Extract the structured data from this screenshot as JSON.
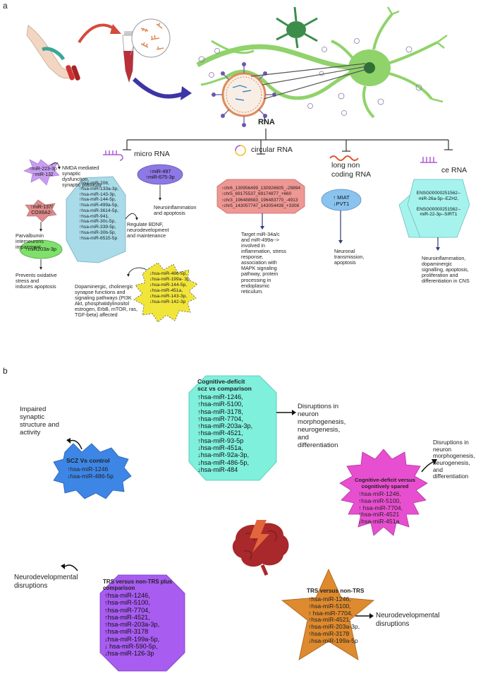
{
  "panel_a": {
    "label": "a",
    "rna_title": "RNA",
    "categories": {
      "micro": "micro RNA",
      "circular": "circular RNA",
      "lnc_line1": "long non",
      "lnc_line2": "coding RNA",
      "ce": "ce RNA"
    },
    "micro": {
      "star1": [
        "↑miR-223-3p",
        "↑miR-132"
      ],
      "star1_effect": [
        "NMDA mediated",
        "synaptic",
        "dysfunction,",
        "synaptic plasticity"
      ],
      "star2": [
        "↑miR-137/",
        "COX6A2-"
      ],
      "star2_effect": [
        "Parvalbumin",
        "interneurons",
        "impairment"
      ],
      "oval_green": "↑miR203a-3p",
      "oval_green_effect": [
        "Prevents oxidative",
        "stress and",
        "induces apoptosis"
      ],
      "hex": [
        "↑hsa-miR-206,",
        "↑hsa-miR-133a-3p,",
        "↑hsa-miR-143-3p,",
        "↑hsa-miR-144-5p,",
        "↑hsa-miR-499a-5p,",
        "↑hsa-miR-3614-5p,",
        "↑hsa-miR-941,",
        "↑hsa-miR-30c-5p,",
        "↑hsa-miR-339-5p,",
        "↑hsa-miR-30b-5p,",
        "↑hsa-miR-6515-5p"
      ],
      "hex_effect": [
        "Regulate BDNF,",
        "neurodevelopment",
        "and maintenance"
      ],
      "purple_oval": [
        "↑miR-497",
        "↑miR-675-3p"
      ],
      "purple_effect": [
        "Neuroinflammation",
        "and apoptosis"
      ],
      "yellow_star": [
        "↓hsa-miR-486-5p,",
        "↓hsa-miR-199a- 3p,",
        "↓hsa-miR-144-5p,",
        "↓hsa-miR-451a,",
        "↓hsa-miR-143-3p,",
        "↓hsa-miR-142-3p"
      ],
      "yellow_effect": [
        "Dopaminergic, cholinergic",
        "synapse functions and",
        "signaling pathways (PI3K",
        "Akt,  phosphatidylinositol",
        "estrogen, ErbB, mTOR,  ras,",
        "TGF-beta) affected"
      ]
    },
    "circular": {
      "box": [
        "↑chr6_130956499_130926605_-29894",
        "↑chr5_69175537_69174877_+660",
        "↑chr3_196488683_196483770_-4913",
        "↑chr5_143057747_143054439_+3308"
      ],
      "effect": [
        "Target miR-34a/c",
        "and miR-499a-->",
        "involved in",
        "inflammation, stress",
        "response,",
        "association with",
        "MAPK signaling",
        "pathway, protein",
        "processing in",
        "endoplasmic",
        "reticulum."
      ]
    },
    "lnc": {
      "oval": [
        "↑ MIAT",
        "↓PVT1"
      ],
      "effect": [
        "Neuronal",
        "transmission,",
        "apoptosis"
      ]
    },
    "ce": {
      "pent": [
        "ENSG00000251562--",
        "miR-26a-5p--EZH2,",
        "",
        "ENSG00000251562--",
        "miR-22-3p--SIRT1"
      ],
      "effect": [
        "Neuroinflammation,",
        "dopaminergic",
        "signalling, apoptosis,",
        "proliferation and",
        "differentiation in CNS"
      ]
    }
  },
  "panel_b": {
    "label": "b",
    "scz_title": "SCZ Vs control",
    "scz_items": [
      "↑hsa-miR-1246",
      "↓hsa-miR-486-5p"
    ],
    "scz_effect": [
      "Impaired",
      "synaptic",
      "structure and",
      "activity"
    ],
    "cog_title": [
      "Cognitive-deficit",
      "scz vs comparison"
    ],
    "cog_items": [
      "↑hsa-miR-1246,",
      "↑hsa-miR-5100,",
      "↑hsa-miR-3178,",
      "↑hsa-miR-7704,",
      "↑hsa-miR-203a-3p,",
      "↑hsa-miR-4521,",
      "↑hsa-miR-93-5p",
      "↓hsa-miR-451a,",
      "↓hsa-miR-92a-3p,",
      "↓hsa-miR-486-5p,",
      "↓hsa-miR-484"
    ],
    "cog_effect": [
      "Disruptions in",
      "neuron",
      "morphogenesis,",
      "neurogenesis,",
      "and",
      "differentiation"
    ],
    "spared_title": [
      "Cognitive-deficit versus",
      "cognitively spared"
    ],
    "spared_items": [
      "↑hsa-miR-1246,",
      "↑hsa-miR-5100,",
      "↑ hsa-miR-7704,",
      "↑hsa-miR-4521",
      "↓hsa-miR-451a"
    ],
    "spared_effect": [
      "Disruptions in",
      "neuron",
      "morphogenesis,",
      "neurogenesis,",
      "and",
      "differentiation"
    ],
    "trs_plus_title": [
      "TRS versus non-TRS plus",
      "comparison"
    ],
    "trs_plus_items": [
      "↑hsa-miR-1246,",
      "↑hsa-miR-5100,",
      "↑hsa-miR-7704,",
      "↑hsa-miR-4521,",
      "↑hsa-miR-203a-3p,",
      "↑hsa-miR-3178",
      "↓hsa-miR-199a-5p,",
      "↓ hsa-miR-590-5p,",
      "↓hsa-miR-126-3p"
    ],
    "trs_plus_effect": [
      "Neurodevelopmental",
      "disruptions"
    ],
    "trs_title": "TRS versus non-TRS",
    "trs_items": [
      "↑hsa-miR-1246,",
      "↑hsa-miR-5100,",
      "↑ hsa-miR-7704,",
      "↑hsa-miR-4521,",
      "↑hsa-miR-203a-3p,",
      "↑hsa-miR-3178",
      "↓hsa-miR-199a-5p"
    ],
    "trs_effect": [
      "Neurodevelopmental",
      "disruptions"
    ]
  },
  "colors": {
    "neuron_green": "#8fd36a",
    "neuron_dark": "#3c8d4a",
    "scz_blue": "#3d86e6",
    "cog_teal": "#7ff0dc",
    "spared_pink": "#e84fd0",
    "trs_plus_purple": "#a85cf0",
    "trs_orange": "#de8a2e",
    "brain_red": "#a8282b",
    "bolt_orange": "#e2663c",
    "hex_blue": "#a9dbe8",
    "yellow": "#f2e53a",
    "circ_pink": "#ef9793",
    "lnc_blue": "#8bc3ef",
    "ce_teal": "#a6f3ee",
    "micro_purple": "#8e78e6",
    "star_purple": "#c99ef0",
    "star_red": "#dc8c8c",
    "oval_green": "#7fe06b"
  }
}
